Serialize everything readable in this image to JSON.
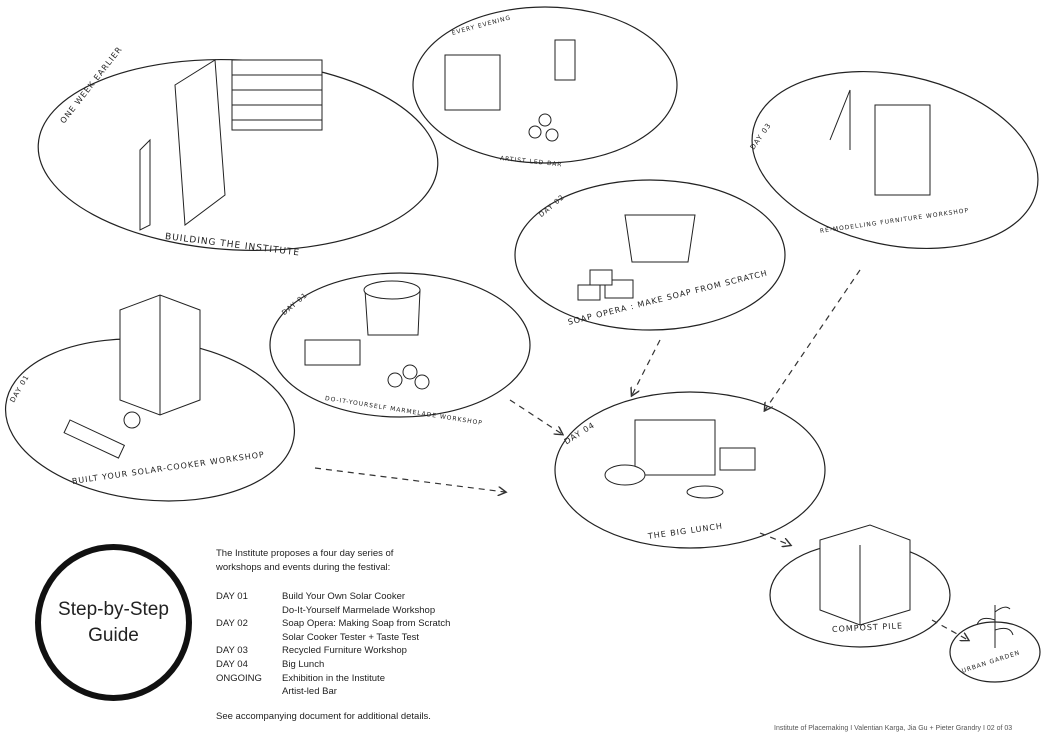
{
  "stations": [
    {
      "tag": "One week earlier",
      "title": "Building the Institute"
    },
    {
      "tag": "Every evening",
      "title": "Artist led bar"
    },
    {
      "tag": "Day 03",
      "title": "Re-modelling furniture workshop"
    },
    {
      "tag": "Day 02",
      "title": "Soap opera : make soap from scratch"
    },
    {
      "tag": "Day 01",
      "title": "Do-it-yourself marmelade workshop"
    },
    {
      "tag": "Day 01",
      "title": "Built your solar-cooker workshop"
    },
    {
      "tag": "Day 04",
      "title": "The big lunch"
    },
    {
      "title": "Compost pile"
    },
    {
      "title": "Urban garden"
    }
  ],
  "guide": {
    "line1": "Step-by-Step",
    "line2": "Guide"
  },
  "intro": {
    "line1": "The Institute proposes a four day series of",
    "line2": "workshops and events during the festival:"
  },
  "schedule": [
    {
      "day": "DAY 01",
      "event": "Build Your Own Solar Cooker"
    },
    {
      "day": "",
      "event": "Do-It-Yourself Marmelade Workshop"
    },
    {
      "day": "DAY 02",
      "event": "Soap Opera: Making Soap from Scratch"
    },
    {
      "day": "",
      "event": "Solar Cooker Tester + Taste Test"
    },
    {
      "day": "DAY 03",
      "event": "Recycled Furniture Workshop"
    },
    {
      "day": "DAY 04",
      "event": "Big Lunch"
    },
    {
      "day": "ONGOING",
      "event": "Exhibition in the Institute"
    },
    {
      "day": "",
      "event": "Artist-led Bar"
    }
  ],
  "note": "See accompanying document for additional details.",
  "footer": "Institute of Placemaking I Valentian Karga, Jia Gu + Pieter Grandry I 02 of 03"
}
